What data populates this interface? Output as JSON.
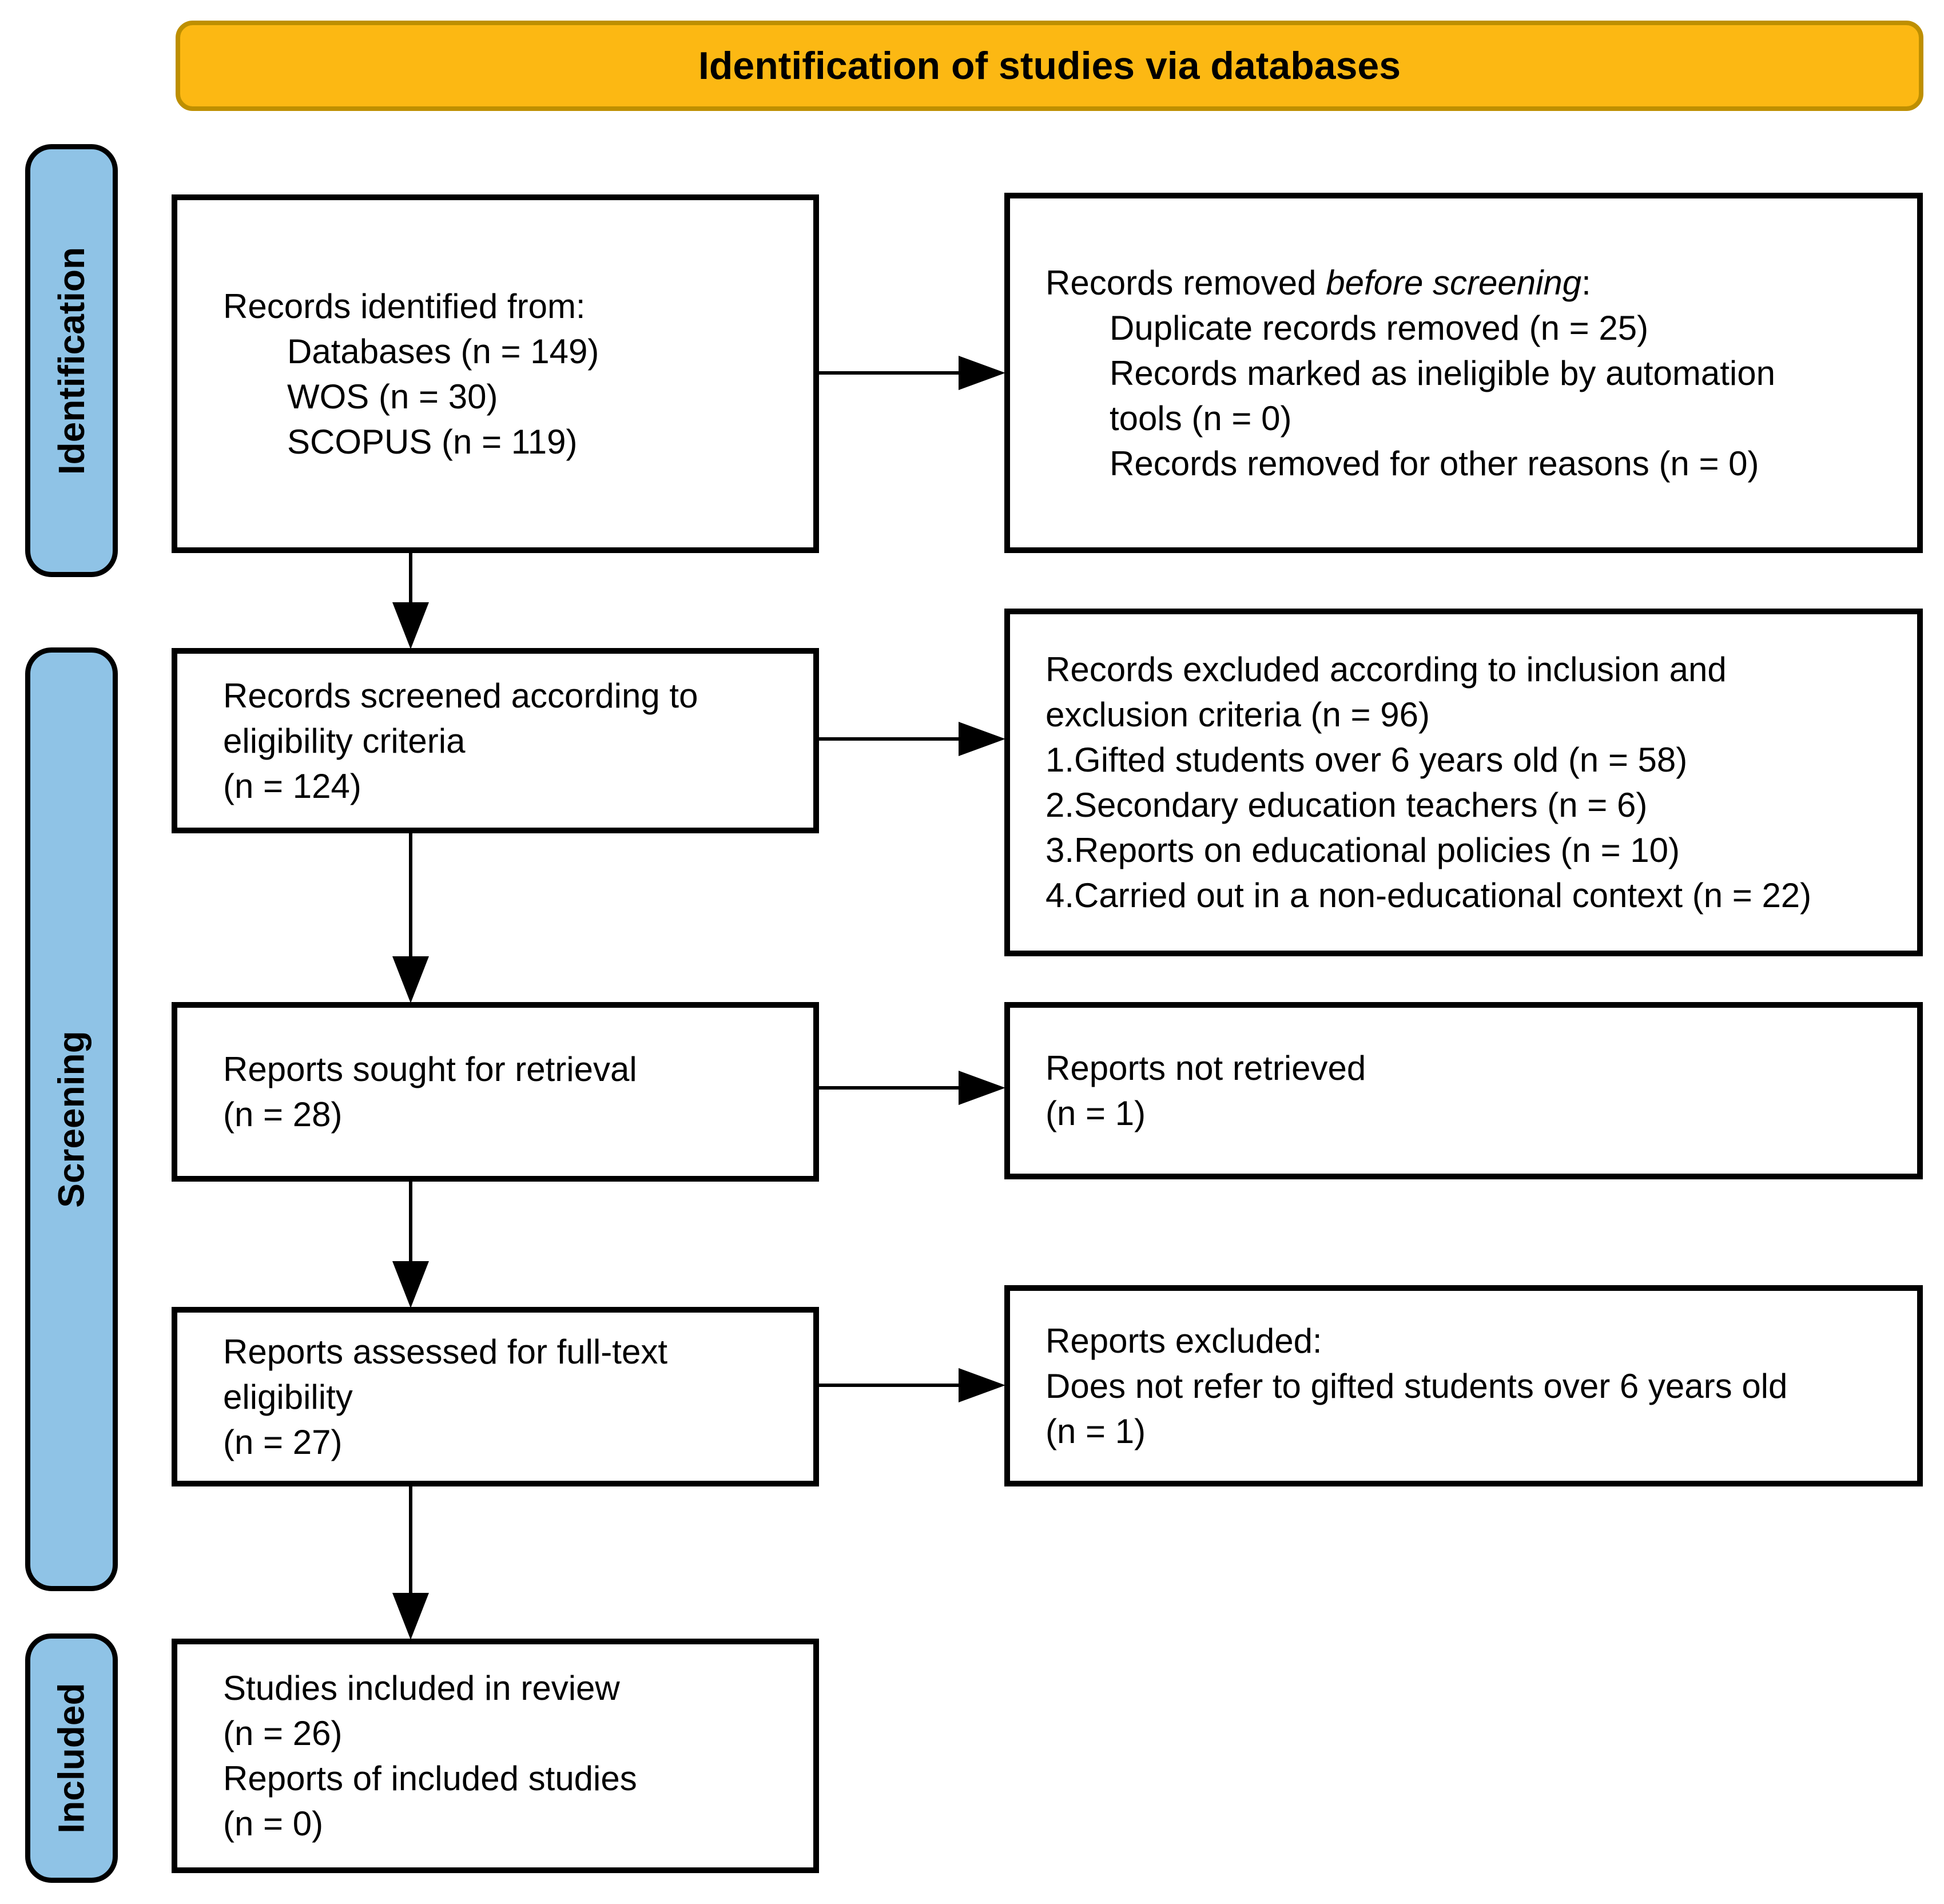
{
  "title": "Identification of studies via databases",
  "stages": {
    "identification": "Identification",
    "screening": "Screening",
    "included": "Included"
  },
  "colors": {
    "title_fill": "#FCB813",
    "title_border": "#BE8F00",
    "stage_fill": "#8FC3E6",
    "stage_border": "#000000",
    "box_border": "#000000",
    "arrow": "#000000",
    "text": "#000000",
    "background": "#FFFFFF"
  },
  "boxes": {
    "records_identified": {
      "line1": "Records identified from:",
      "items": [
        "Databases (n = 149)",
        "WOS (n = 30)",
        "SCOPUS (n = 119)"
      ]
    },
    "records_removed": {
      "prefix": "Records removed ",
      "italic": "before screening",
      "suffix": ":",
      "items": [
        "Duplicate records removed  (n = 25)",
        "Records marked as ineligible by automation",
        "tools (n = 0)",
        "Records removed for other reasons (n = 0)"
      ]
    },
    "records_screened": {
      "lines": [
        "Records screened according to",
        "eligibility criteria",
        "(n = 124)"
      ]
    },
    "records_excluded": {
      "lines": [
        "Records excluded according to inclusion and",
        "exclusion criteria (n = 96)",
        "1.Gifted students over 6 years old (n = 58)",
        "2.Secondary education teachers (n = 6)",
        "3.Reports on educational policies (n = 10)",
        "4.Carried out in a non-educational context (n = 22)"
      ]
    },
    "reports_sought": {
      "lines": [
        "Reports sought for retrieval",
        "(n = 28)"
      ]
    },
    "reports_not_retrieved": {
      "lines": [
        "Reports not retrieved",
        "(n = 1)"
      ]
    },
    "reports_assessed": {
      "lines": [
        "Reports assessed for full-text",
        "eligibility",
        "(n = 27)"
      ]
    },
    "reports_excluded": {
      "lines": [
        "Reports excluded:",
        "Does not refer to gifted students over 6 years old",
        "(n = 1)"
      ]
    },
    "studies_included": {
      "lines": [
        "Studies included in review",
        "(n = 26)",
        "Reports of included studies",
        "(n = 0)"
      ]
    }
  }
}
